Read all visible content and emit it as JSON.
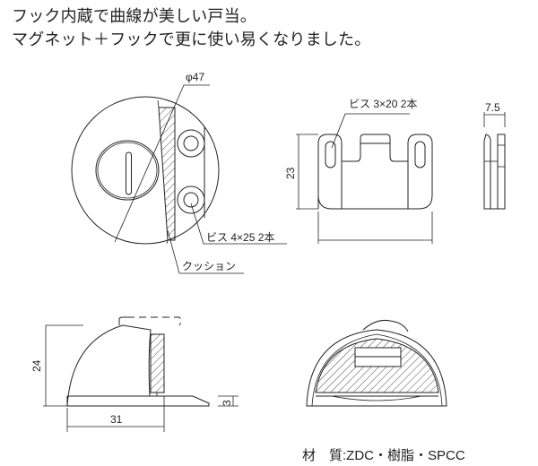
{
  "header": {
    "line1": "フック内蔵で曲線が美しい戸当。",
    "line2": "マグネット＋フックで更に使い易くなりました。"
  },
  "top_view": {
    "diameter_label": "φ47",
    "screw_label": "ビス 4×25 2本",
    "cushion_label": "クッション"
  },
  "plate_view": {
    "screw_label": "ビス 3×20 2本",
    "height_dim": "23",
    "thickness_dim": "7.5"
  },
  "side_view": {
    "height_dim": "24",
    "depth_dim": "31",
    "base_dim": "3"
  },
  "footer": {
    "material": "材　質:ZDC・樹脂・SPCC"
  }
}
